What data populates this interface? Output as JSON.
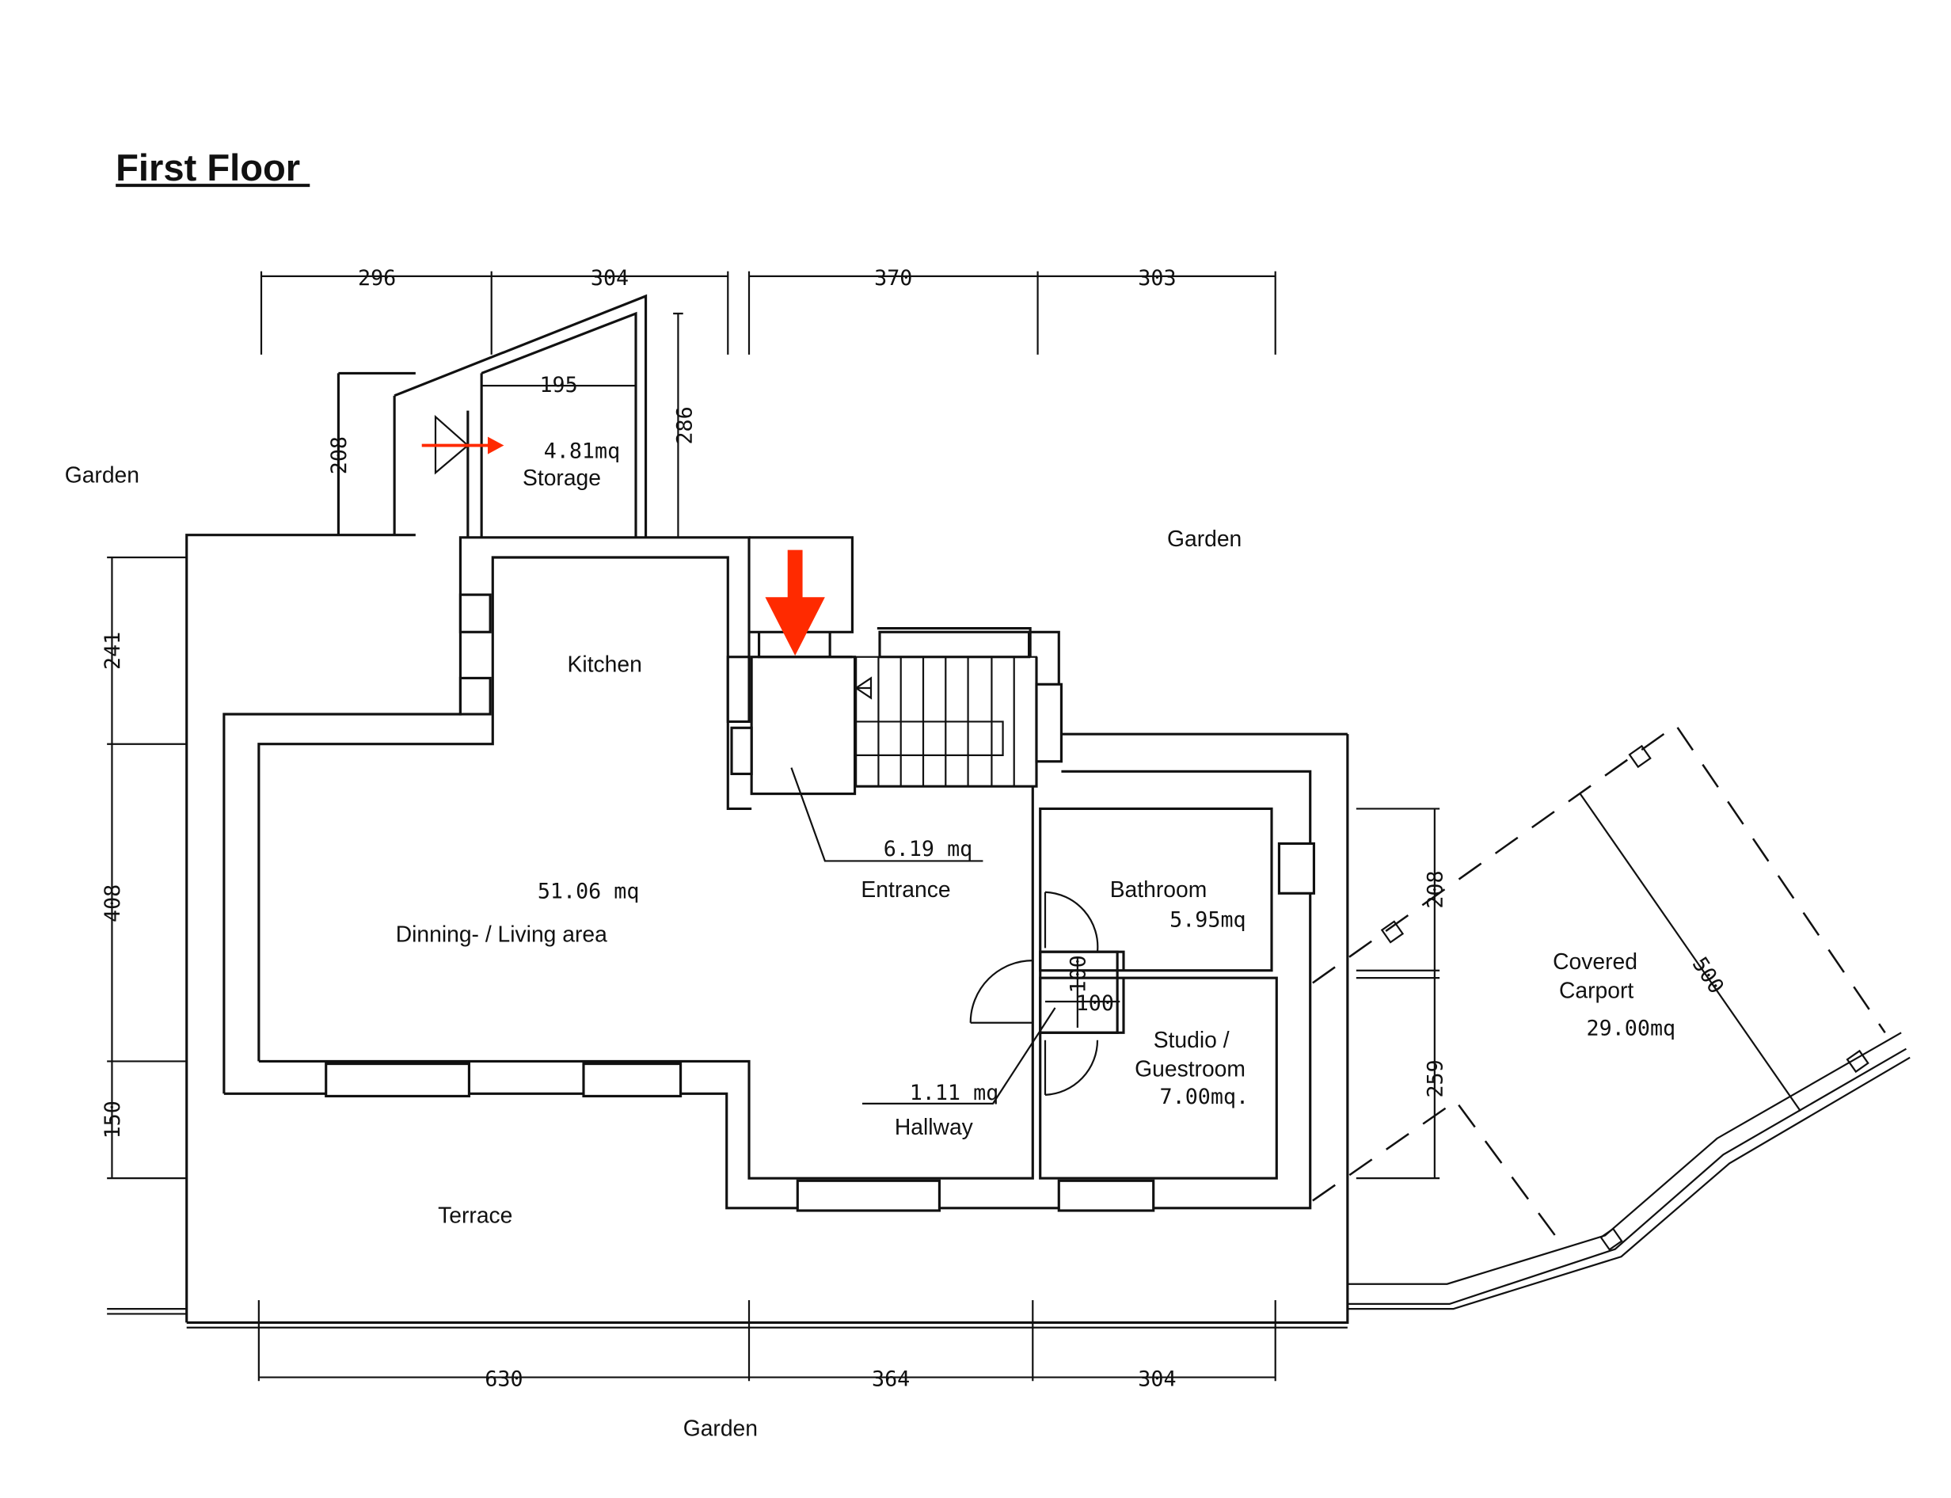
{
  "title": "First Floor",
  "labels": {
    "garden_left": "Garden",
    "garden_right": "Garden",
    "garden_bottom": "Garden",
    "terrace": "Terrace",
    "kitchen": "Kitchen",
    "storage": "Storage",
    "storage_area": "4.81mq",
    "living_area": "51.06  mq",
    "living": "Dinning- / Living area",
    "entrance_area": "6.19  mq",
    "entrance": "Entrance",
    "hallway_area": "1.11  mq",
    "hallway": "Hallway",
    "bathroom": "Bathroom",
    "bathroom_area": "5.95mq",
    "studio_1": "Studio /",
    "studio_2": "Guestroom",
    "studio_area": "7.00mq.",
    "carport_1": "Covered",
    "carport_2": "Carport",
    "carport_area": "29.00mq"
  },
  "dimensions": {
    "top": [
      "296",
      "304",
      "370",
      "303"
    ],
    "storage_width": "195",
    "storage_depth": "286",
    "storage_left": "208",
    "left": [
      "241",
      "408",
      "150"
    ],
    "bottom": [
      "630",
      "364",
      "304"
    ],
    "right": [
      "208",
      "259"
    ],
    "carport": "500",
    "hall_v": "100",
    "hall_h": "100"
  },
  "colors": {
    "arrow": "#ff2a00",
    "line": "#111111"
  }
}
